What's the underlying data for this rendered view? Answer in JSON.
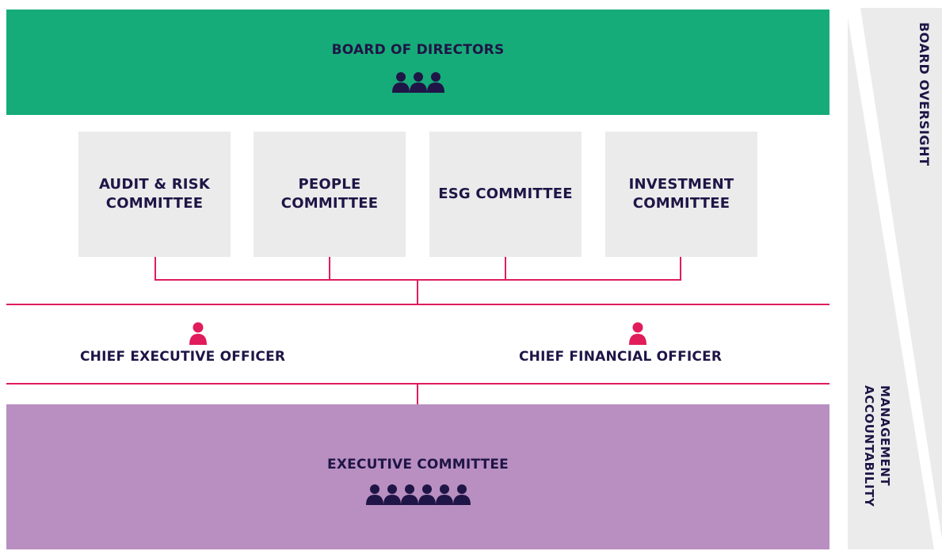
{
  "board": {
    "title": "BOARD OF DIRECTORS",
    "icon": "people-group-icon",
    "member_icons": 3,
    "color": "#16ac79"
  },
  "committees": [
    {
      "label": "AUDIT & RISK COMMITTEE"
    },
    {
      "label": "PEOPLE COMMITTEE"
    },
    {
      "label": "ESG COMMITTEE"
    },
    {
      "label": "INVESTMENT COMMITTEE"
    }
  ],
  "officers": [
    {
      "title": "CHIEF EXECUTIVE OFFICER",
      "icon": "person-icon"
    },
    {
      "title": "CHIEF FINANCIAL OFFICER",
      "icon": "person-icon"
    }
  ],
  "executive_committee": {
    "title": "EXECUTIVE COMMITTEE",
    "icon": "people-group-icon",
    "member_icons": 6,
    "color": "#b98fc1"
  },
  "side_labels": {
    "top": "BOARD OVERSIGHT",
    "bottom": "MANAGEMENT ACCOUNTABILITY"
  },
  "colors": {
    "connector": "#e01c5b",
    "text": "#1f1546",
    "committee_bg": "#ebebeb",
    "side_bg": "#ebebeb"
  }
}
